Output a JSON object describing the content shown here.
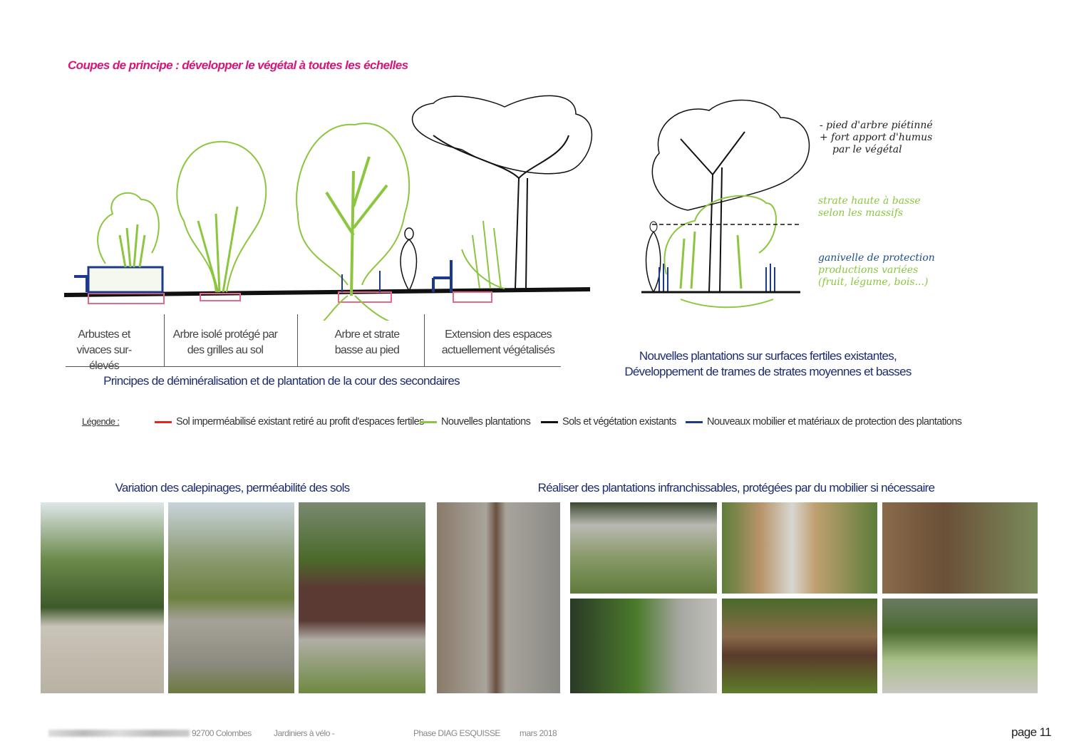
{
  "title": "Coupes de principe : développer le végétal à toutes les échelles",
  "left_diagram": {
    "columns": [
      {
        "line1": "Arbustes et",
        "line2": "vivaces sur-élevés"
      },
      {
        "line1": "Arbre isolé protégé par",
        "line2": "des grilles au sol"
      },
      {
        "line1": "Arbre et strate",
        "line2": "basse au pied"
      },
      {
        "line1": "Extension des espaces",
        "line2": "actuellement végétalisés"
      }
    ],
    "caption": "Principes de déminéralisation et de plantation de la cour des secondaires"
  },
  "right_diagram": {
    "notes": {
      "black1": "- pied d'arbre piétinné",
      "black2": "+ fort apport d'humus",
      "black3": "par le végétal",
      "green1": "strate haute à basse",
      "green2": "selon les massifs",
      "blue1": "ganivelle de protection",
      "green3": "productions variées",
      "green4": "(fruit, légume, bois...)"
    },
    "caption_line1": "Nouvelles plantations sur surfaces fertiles existantes,",
    "caption_line2": "Développement de trames de strates moyennes et basses"
  },
  "legend": {
    "label": "Légende :",
    "items": [
      {
        "text": "Sol imperméabilisé existant retiré au profit d'espaces fertiles",
        "color": "#e52421"
      },
      {
        "text": "Nouvelles plantations",
        "color": "#8cc63f"
      },
      {
        "text": "Sols et végétation existants",
        "color": "#111111"
      },
      {
        "text": "Nouveaux mobilier et matériaux de protection des plantations",
        "color": "#1d3a8a"
      }
    ]
  },
  "sections": {
    "left_title": "Variation des calepinages, perméabilité des sols",
    "right_title": "Réaliser des plantations infranchissables, protégées par du mobilier si nécessaire"
  },
  "footer": {
    "address": "92700 Colombes",
    "project": "Jardiniers à vélo -",
    "phase": "Phase DIAG ESQUISSE",
    "date": "mars 2018",
    "page": "page 11"
  }
}
